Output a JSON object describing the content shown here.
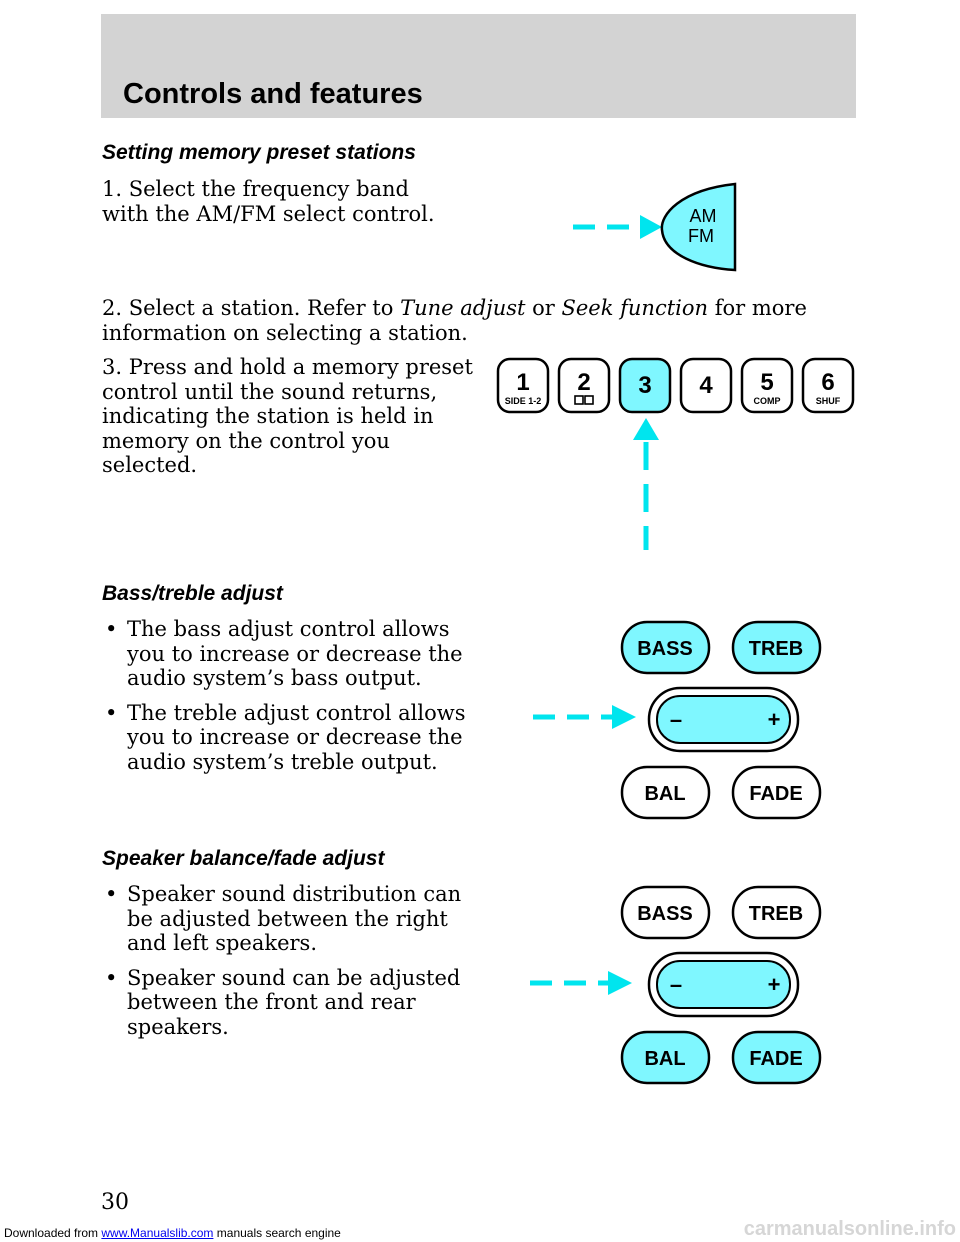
{
  "header": {
    "title": "Controls and features"
  },
  "sections": {
    "memory": {
      "heading": "Setting memory preset stations",
      "step1": "1. Select the frequency band with the AM/FM select control.",
      "step2_a": "2. Select a station. Refer to ",
      "step2_link1": "Tune adjust",
      "step2_b": " or ",
      "step2_link2": "Seek function",
      "step2_c": " for more information on selecting a station.",
      "step3": "3. Press and hold a memory preset control until the sound returns, indicating the station is held in memory on the control you selected."
    },
    "bass_treble": {
      "heading": "Bass/treble adjust",
      "bullets": [
        "The bass adjust control allows you to increase or decrease the audio system’s bass output.",
        "The treble adjust control allows you to increase or decrease the audio system’s treble output."
      ]
    },
    "balance_fade": {
      "heading": "Speaker balance/fade adjust",
      "bullets": [
        "Speaker sound distribution can be adjusted between the right and left speakers.",
        "Speaker sound can be adjusted between the front and rear speakers."
      ]
    }
  },
  "figures": {
    "amfm": {
      "line1": "AM",
      "line2": "FM"
    },
    "presets": [
      {
        "num": "1",
        "sub": "SIDE 1-2"
      },
      {
        "num": "2",
        "sub": ""
      },
      {
        "num": "3",
        "sub": ""
      },
      {
        "num": "4",
        "sub": ""
      },
      {
        "num": "5",
        "sub": "COMP"
      },
      {
        "num": "6",
        "sub": "SHUF"
      }
    ],
    "tone": {
      "bass": "BASS",
      "treb": "TREB",
      "bal": "BAL",
      "fade": "FADE",
      "minus": "–",
      "plus": "+"
    }
  },
  "colors": {
    "highlight": "#7ff7ff",
    "arrow": "#00e5ee",
    "header_band": "#d3d3d3"
  },
  "page_number": "30",
  "footer": {
    "prefix": "Downloaded from ",
    "link": "www.Manualslib.com",
    "suffix": " manuals search engine",
    "watermark": "carmanualsonline.info"
  }
}
